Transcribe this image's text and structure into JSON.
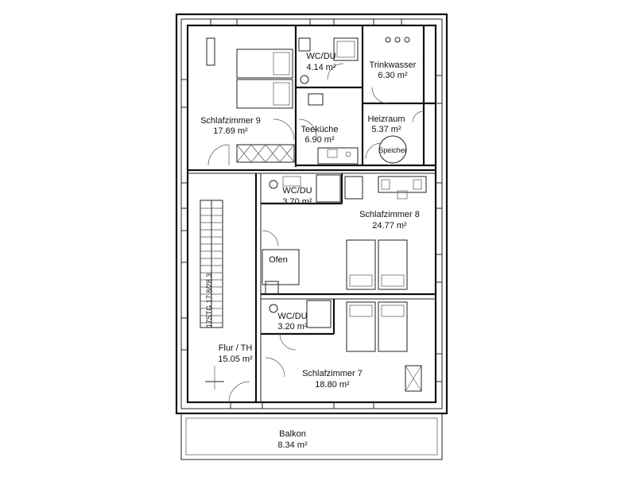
{
  "plan": {
    "rooms": [
      {
        "id": "schlafzimmer9",
        "name": "Schlafzimmer 9",
        "area": "17.69 m²"
      },
      {
        "id": "wc_du_1",
        "name": "WC/DU",
        "area": "4.14 m²"
      },
      {
        "id": "trinkwasser",
        "name": "Trinkwasser",
        "area": "6.30 m²"
      },
      {
        "id": "teekueche",
        "name": "Teeküche",
        "area": "6.90 m²"
      },
      {
        "id": "heizraum",
        "name": "Heizraum",
        "area": "5.37 m²"
      },
      {
        "id": "wc_du_2",
        "name": "WC/DU",
        "area": "3.70 m²"
      },
      {
        "id": "schlafzimmer8",
        "name": "Schlafzimmer 8",
        "area": "24.77 m²"
      },
      {
        "id": "wc_du_3",
        "name": "WC/DU",
        "area": "3.20 m²"
      },
      {
        "id": "flur",
        "name": "Flur / TH",
        "area": "15.05 m²"
      },
      {
        "id": "schlafzimmer7",
        "name": "Schlafzimmer 7",
        "area": "18.80 m²"
      },
      {
        "id": "balkon",
        "name": "Balkon",
        "area": "8.34 m²"
      }
    ],
    "labels": {
      "ofen": "Ofen",
      "speicher": "Speicher",
      "stair": "17STG 17.8/28.3"
    }
  }
}
